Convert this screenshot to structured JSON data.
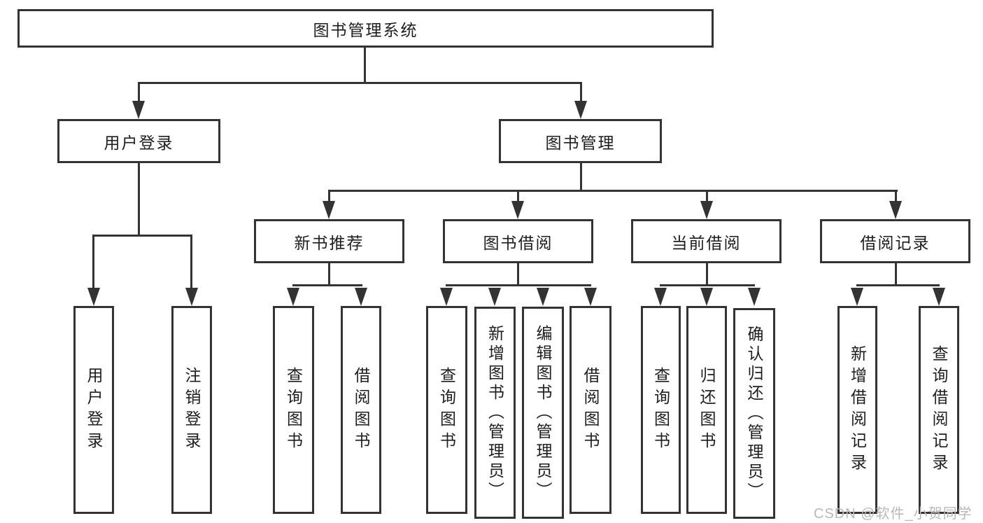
{
  "watermark": "CSDN @软件_小贺同学",
  "colors": {
    "line": "#333333",
    "text": "#1e1e1e",
    "background": "#ffffff",
    "watermark": "#b9b9b9"
  },
  "tree": {
    "root": "图书管理系统",
    "branches": [
      {
        "label": "用户登录",
        "leaves": [
          "用户登录",
          "注销登录"
        ]
      },
      {
        "label": "图书管理",
        "groups": [
          {
            "label": "新书推荐",
            "leaves": [
              "查询图书",
              "借阅图书"
            ]
          },
          {
            "label": "图书借阅",
            "leaves": [
              "查询图书",
              "新增图书（管理员）",
              "编辑图书（管理员）",
              "借阅图书"
            ]
          },
          {
            "label": "当前借阅",
            "leaves": [
              "查询图书",
              "归还图书",
              "确认归还（管理员）"
            ]
          },
          {
            "label": "借阅记录",
            "leaves": [
              "新增借阅记录",
              "查询借阅记录"
            ]
          }
        ]
      }
    ]
  }
}
